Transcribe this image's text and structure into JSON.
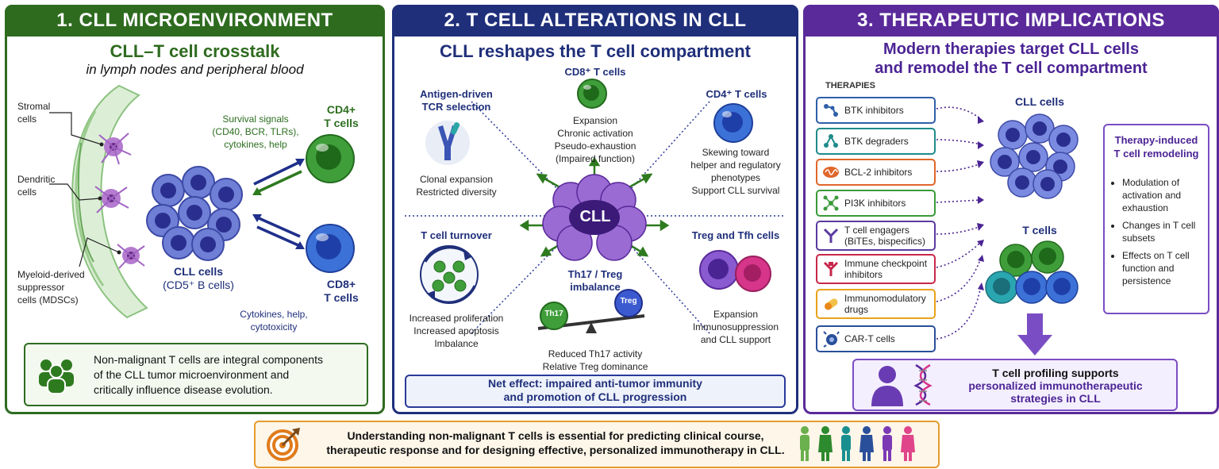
{
  "panel1": {
    "header": "1. CLL MICROENVIRONMENT",
    "title": "CLL–T cell crosstalk",
    "subtitle": "in lymph nodes and peripheral blood",
    "labels": {
      "stromal": [
        "Stromal",
        "cells"
      ],
      "dendritic": [
        "Dendritic",
        "cells"
      ],
      "myeloid": [
        "Myeloid-derived",
        "suppressor",
        "cells (MDSCs)"
      ],
      "survival": [
        "Survival signals",
        "(CD40, BCR, TLRs),",
        "cytokines, help"
      ],
      "cd4": [
        "CD4+",
        "T cells"
      ],
      "cd8": [
        "CD8+",
        "T cells"
      ],
      "cll": [
        "CLL cells",
        "(CD5⁺ B cells)"
      ],
      "cytokines": [
        "Cytokines, help,",
        "cytotoxicity"
      ]
    },
    "note": [
      "Non-malignant T cells are integral components",
      "of the CLL tumor microenvironment and",
      "critically influence disease evolution."
    ]
  },
  "panel2": {
    "header": "2. T CELL ALTERATIONS IN CLL",
    "title": "CLL reshapes the T cell compartment",
    "center_label": "CLL",
    "cd8": {
      "title": "CD8⁺ T cells",
      "text": [
        "Expansion",
        "Chronic activation",
        "Pseudo-exhaustion",
        "(Impaired function)"
      ]
    },
    "antigen": {
      "title": [
        "Antigen-driven",
        "TCR selection"
      ],
      "text": [
        "Clonal expansion",
        "Restricted diversity"
      ]
    },
    "cd4": {
      "title": "CD4⁺ T cells",
      "text": [
        "Skewing toward",
        "helper and regulatory",
        "phenotypes",
        "Support CLL survival"
      ]
    },
    "turnover": {
      "title": "T cell turnover",
      "text": [
        "Increased proliferation",
        "Increased apoptosis",
        "Imbalance"
      ]
    },
    "th17": {
      "title": [
        "Th17 / Treg",
        "imbalance"
      ],
      "th17_label": "Th17",
      "treg_label": "Treg",
      "text": [
        "Reduced Th17 activity",
        "Relative Treg dominance"
      ]
    },
    "tfh": {
      "title": "Treg and Tfh cells",
      "text": [
        "Expansion",
        "Immunosuppression",
        "and CLL support"
      ]
    },
    "net_effect": [
      "Net effect: impaired anti-tumor immunity",
      "and promotion of CLL progression"
    ]
  },
  "panel3": {
    "header": "3. THERAPEUTIC IMPLICATIONS",
    "title": [
      "Modern therapies target CLL cells",
      "and remodel the T cell compartment"
    ],
    "therapies_label": "THERAPIES",
    "therapies": [
      {
        "label": [
          "BTK inhibitors"
        ],
        "color": "#2e5fa8",
        "icon": "molecule-icon"
      },
      {
        "label": [
          "BTK degraders"
        ],
        "color": "#1f8a8a",
        "icon": "molecule-icon"
      },
      {
        "label": [
          "BCL-2 inhibitors"
        ],
        "color": "#e0662a",
        "icon": "mitochondrion-icon"
      },
      {
        "label": [
          "PI3K inhibitors"
        ],
        "color": "#3a9a3a",
        "icon": "network-icon"
      },
      {
        "label": [
          "T cell engagers",
          "(BiTEs, bispecifics)"
        ],
        "color": "#5b3aa0",
        "icon": "antibody-icon"
      },
      {
        "label": [
          "Immune checkpoint",
          "inhibitors"
        ],
        "color": "#c8274a",
        "icon": "checkpoint-icon"
      },
      {
        "label": [
          "Immunomodulatory",
          "drugs"
        ],
        "color": "#e8a21a",
        "icon": "pill-icon"
      },
      {
        "label": [
          "CAR-T cells"
        ],
        "color": "#2a4f9a",
        "icon": "car-t-icon"
      }
    ],
    "cll_cells_label": "CLL cells",
    "t_cells_label": "T cells",
    "remodel": {
      "title": [
        "Therapy-induced",
        "T cell remodeling"
      ],
      "bullets": [
        [
          "Modulation of",
          "activation and",
          "exhaustion"
        ],
        [
          "Changes in T cell",
          "subsets"
        ],
        [
          "Effects on T cell",
          "function and",
          "persistence"
        ]
      ]
    },
    "profiling": [
      "T cell profiling supports",
      "personalized immunotherapeutic",
      "strategies in CLL"
    ]
  },
  "footer": [
    "Understanding non-malignant T cells is essential for predicting clinical course,",
    "therapeutic response and for designing effective, personalized immunotherapy in CLL."
  ],
  "colors": {
    "green": "#2e6b1f",
    "navy": "#1f2f7a",
    "purple": "#5a2a9a",
    "orange": "#e59a2e"
  }
}
